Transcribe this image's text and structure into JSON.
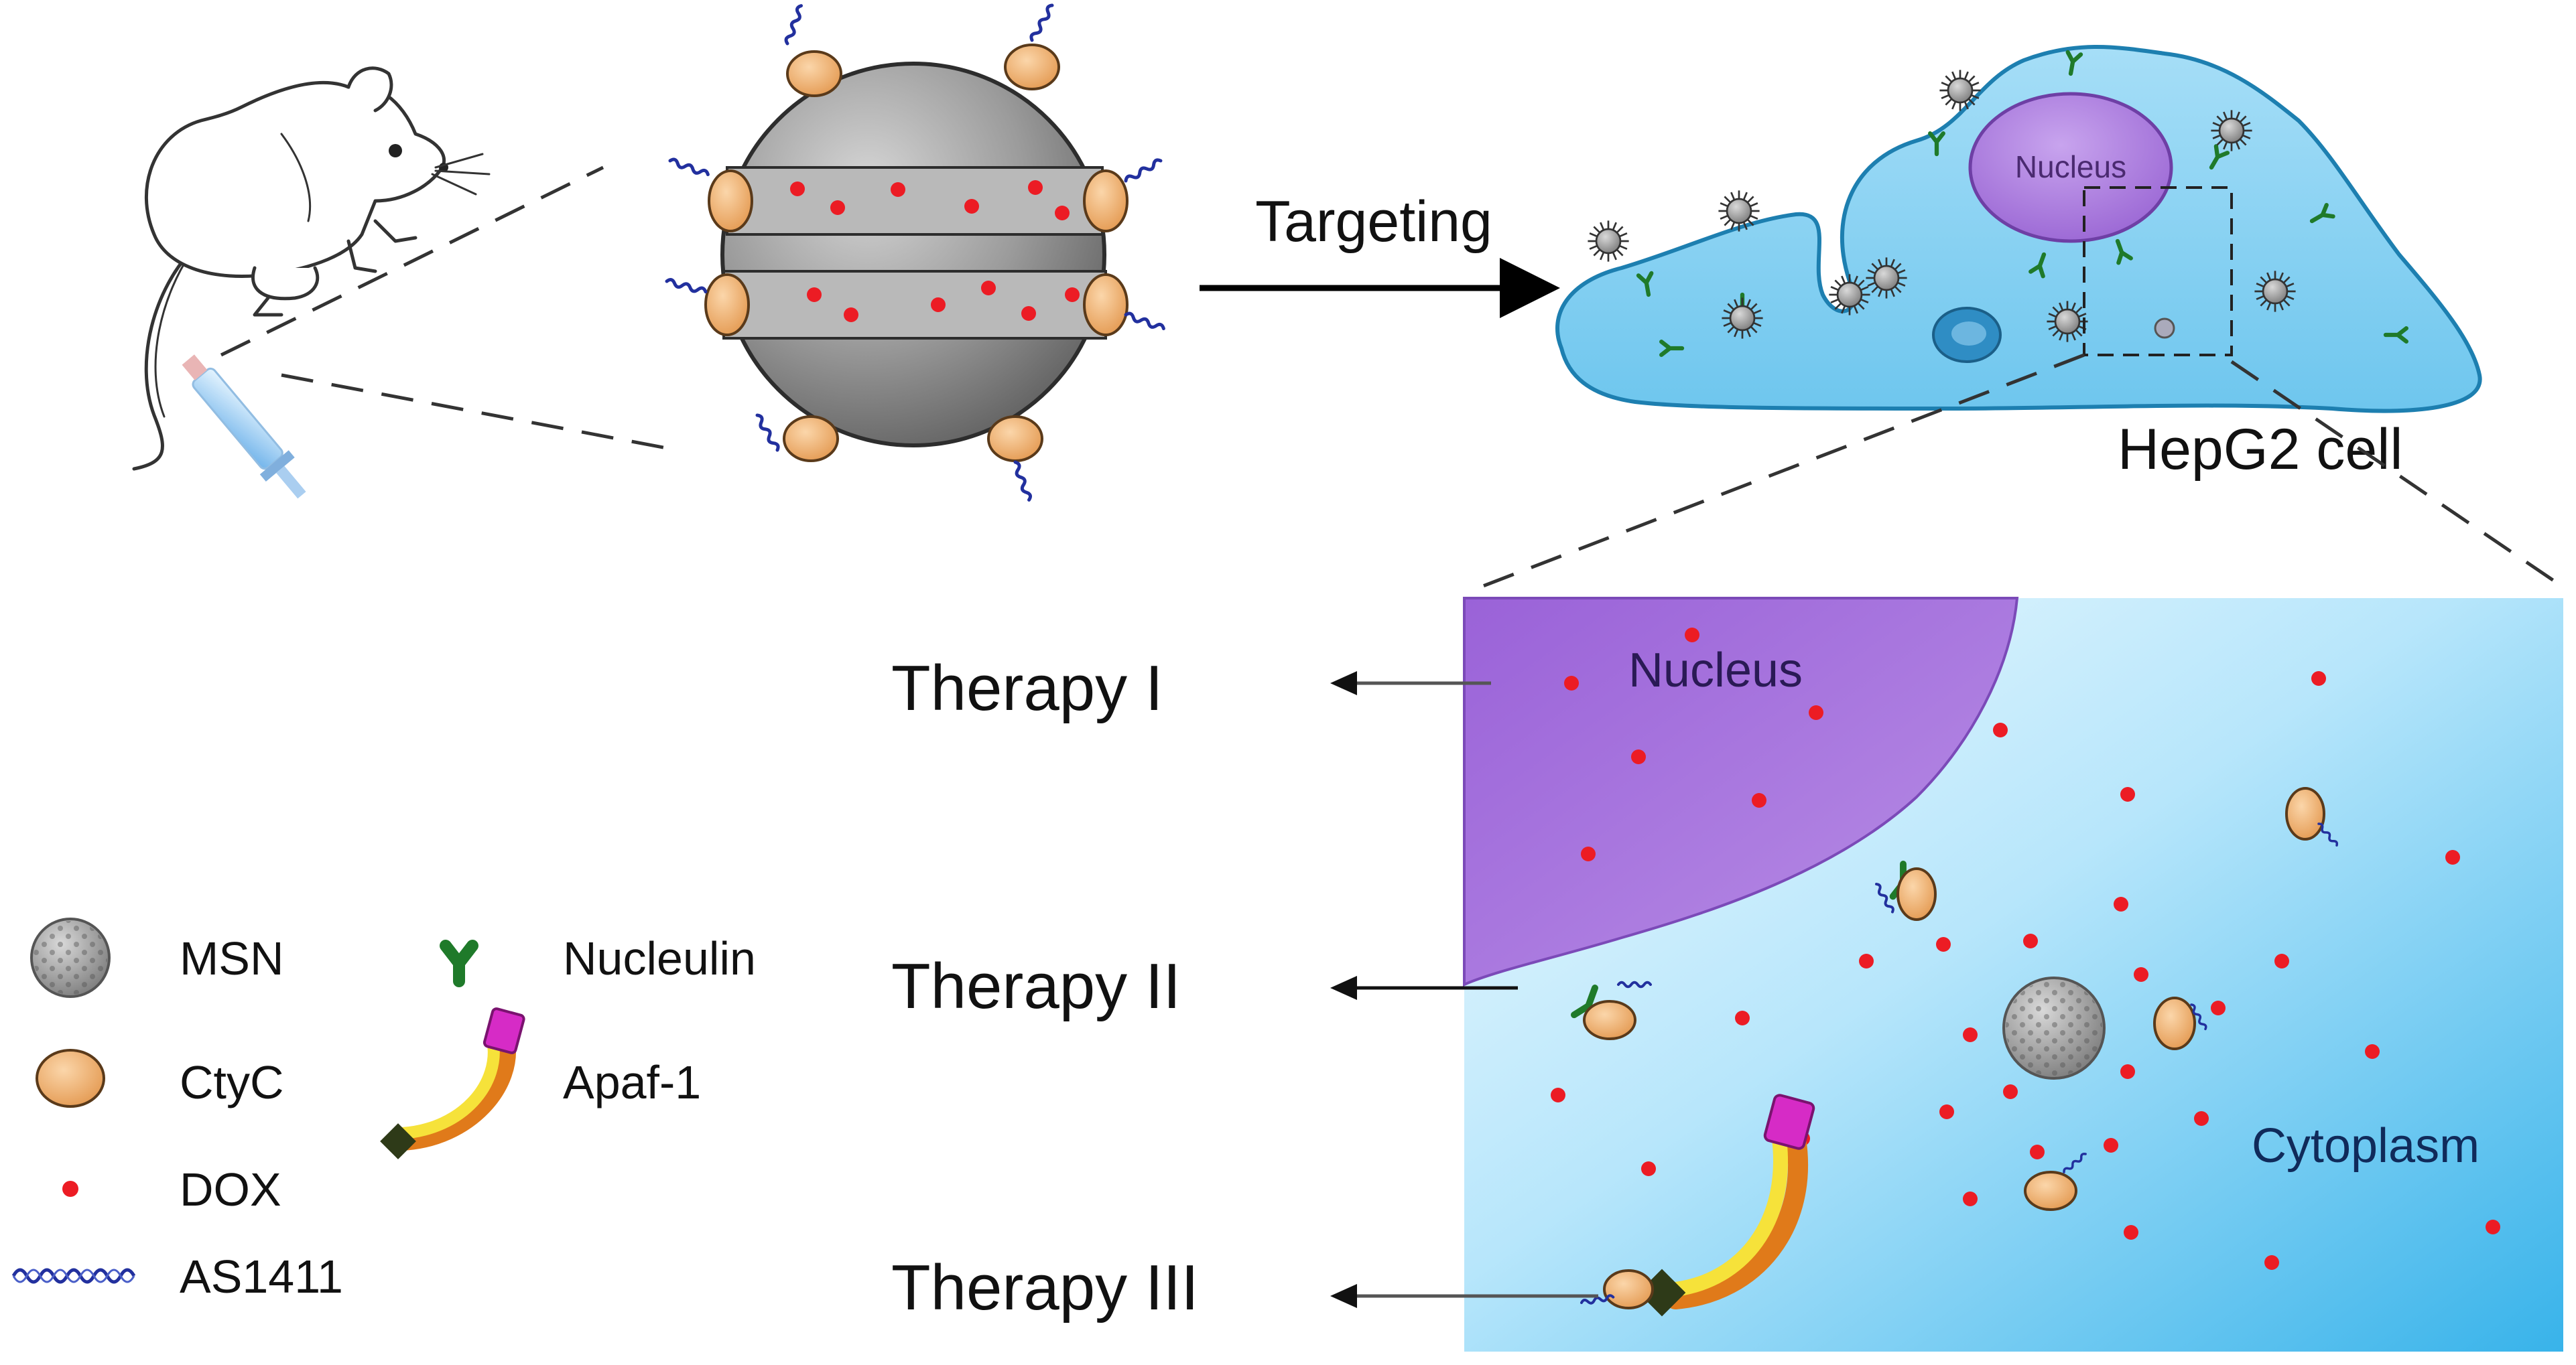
{
  "labels": {
    "targeting": "Targeting",
    "hepg2_cell": "HepG2 cell",
    "cell_nucleus": "Nucleus",
    "zoom_nucleus": "Nucleus",
    "cytoplasm": "Cytoplasm",
    "therapy_1": "Therapy I",
    "therapy_2": "Therapy II",
    "therapy_3": "Therapy III"
  },
  "legend": {
    "msn": "MSN",
    "ctyc": "CtyC",
    "dox": "DOX",
    "as1411": "AS1411",
    "nucleulin": "Nucleulin",
    "apaf1": "Apaf-1"
  },
  "colors": {
    "msn_gray": "#8c8c8c",
    "ctyc_orange": "#f2b27a",
    "dox_red": "#ec1c24",
    "as1411_blue": "#2233aa",
    "nucleulin_green": "#1f7a2a",
    "apaf1_magenta": "#d62bc6",
    "apaf1_yellow": "#f6e23a",
    "cell_blue": "#8fd3f4",
    "nucleus_purple": "#a77bd8",
    "cytoplasm_blue": "#5cc6f0"
  }
}
